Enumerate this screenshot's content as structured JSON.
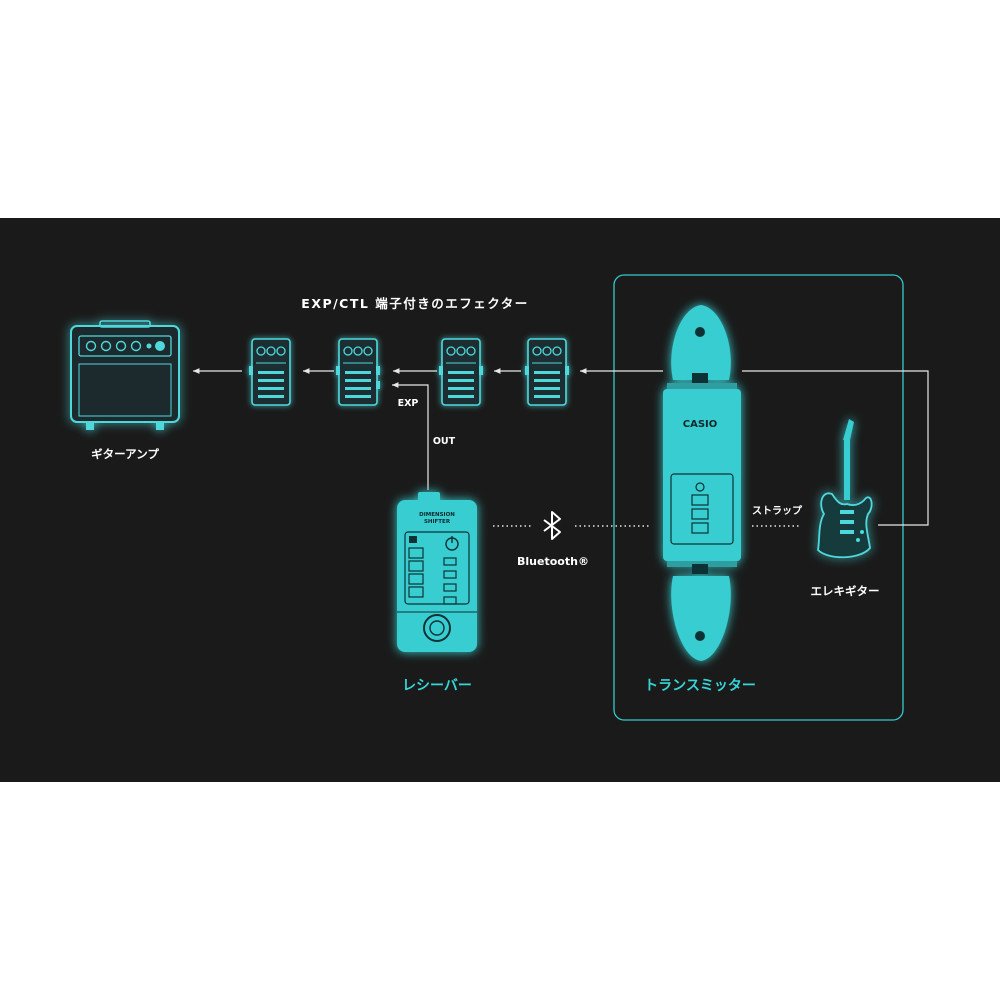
{
  "labels": {
    "effectors_heading": "EXP/CTL 端子付きのエフェクター",
    "amp": "ギターアンプ",
    "exp_port": "EXP",
    "out_port": "OUT",
    "bluetooth": "Bluetooth®",
    "strap": "ストラップ",
    "guitar": "エレキギター",
    "receiver": "レシーバー",
    "transmitter": "トランスミッター",
    "casio_logo": "CASIO",
    "receiver_logo_line1": "DIMENSION",
    "receiver_logo_line2": "SHIFTER"
  },
  "colors": {
    "background": "#1a1a1a",
    "accent": "#35d6d9",
    "line": "#e8e8e8",
    "text": "#ffffff"
  },
  "icons": [
    "guitar-amp-icon",
    "effector-pedal-icon",
    "receiver-device-icon",
    "bluetooth-icon",
    "transmitter-device-icon",
    "electric-guitar-icon"
  ]
}
